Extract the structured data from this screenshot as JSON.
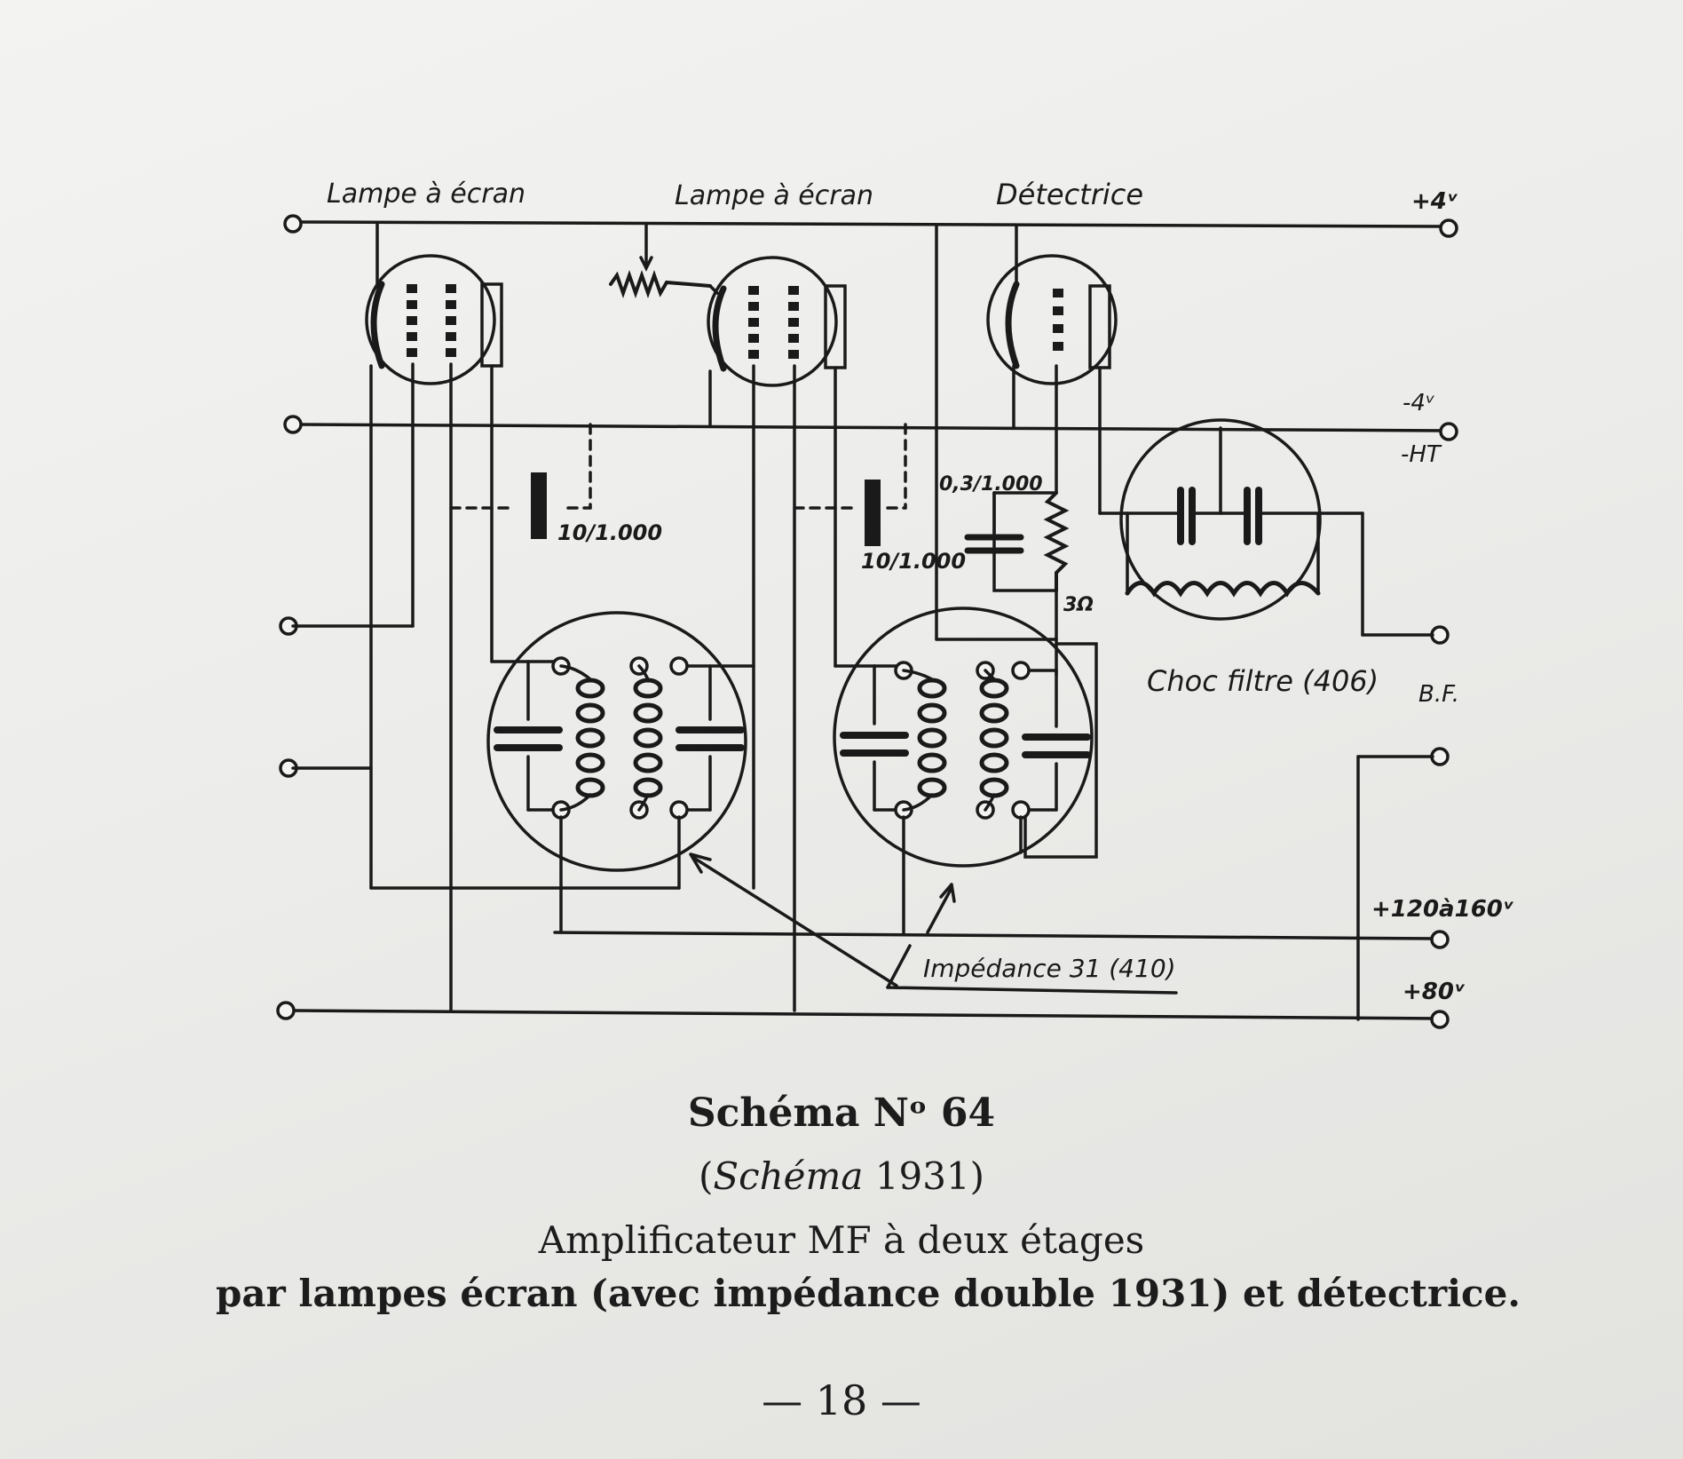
{
  "tube_labels": {
    "tube1": "Lampe à écran",
    "tube2": "Lampe à écran",
    "tube3": "Détectrice"
  },
  "terminal_labels": {
    "plus4": "+4ᵛ",
    "minus4": "-4ᵛ",
    "minus_ht": "-HT",
    "bf": "B.F.",
    "plus120": "+120à160ᵛ",
    "plus80": "+80ᵛ"
  },
  "component_labels": {
    "cap1": "10/1.000",
    "cap2": "10/1.000",
    "cap3": "0,3/1.000",
    "res": "3Ω",
    "choke": "Choc filtre (406)",
    "impedance": "Impédance 31 (410)"
  },
  "caption": {
    "title": "Schéma Nᵒ 64",
    "subtitle_italic": "Schéma",
    "subtitle_year": "1931",
    "line1": "Amplificateur MF à deux étages",
    "line2": "par lampes écran (avec impédance double 1931) et détectrice.",
    "page_number": "— 18 —"
  }
}
